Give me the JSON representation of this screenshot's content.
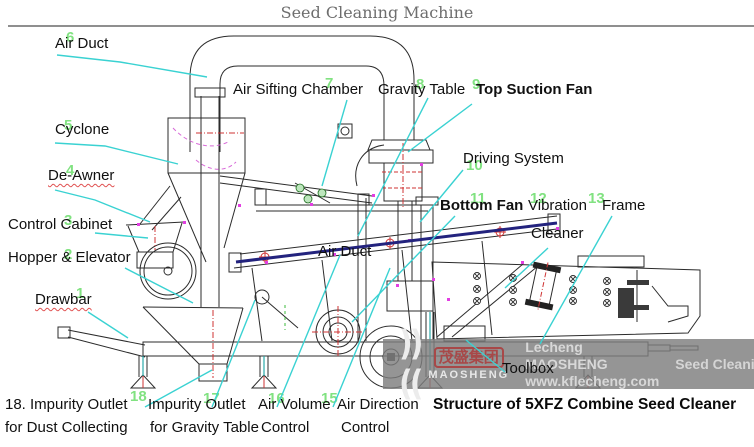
{
  "page": {
    "title": "Seed Cleaning Machine",
    "diagram_title": "Structure of 5XFZ Combine Seed Cleaner"
  },
  "part_labels": {
    "air_duct": "Air Duct",
    "cyclone": "Cyclone",
    "de_awner": "De-Awner",
    "control_cabinet": "Control Cabinet",
    "hopper_elevator": "Hopper & Elevator",
    "drawbar": "Drawbar",
    "air_sifting_chamber": "Air Sifting Chamber",
    "gravity_table": "Gravity Table",
    "top_suction_fan": "Top Suction Fan",
    "driving_system": "Driving System",
    "bottom_fan": "Bottom Fan",
    "vibration_1": "Vibration",
    "vibration_2": "Cleaner",
    "frame": "Frame",
    "air_duct_overlay": "Air Duct",
    "toolbox": "Toolbox",
    "impurity_dust_1": "18. Impurity Outlet",
    "impurity_dust_2": "for Dust Collecting",
    "impurity_gravity_1": "Impurity Outlet",
    "impurity_gravity_2": "for Gravity Table",
    "air_volume_1": "Air Volume",
    "air_volume_2": "Control",
    "air_direction_1": "Air Direction",
    "air_direction_2": "Control"
  },
  "callouts": {
    "c1": "1",
    "c2": "2",
    "c3": "3",
    "c4": "4",
    "c5": "5",
    "c6": "6",
    "c7": "7",
    "c8": "8",
    "c9": "9",
    "c10": "10",
    "c11": "11",
    "c12": "12",
    "c13": "13",
    "c15": "15",
    "c16": "16",
    "c17": "17",
    "c18": "18"
  },
  "watermark": {
    "logo_marks": "))((",
    "logo_cn": "茂盛集团",
    "logo_en": "MAOSHENG",
    "company": "Lecheng MAOSHENG",
    "website": "www.kflecheng.com",
    "tagline": "Seed Cleaning"
  },
  "colors": {
    "leader_cyan": "#3ad2d2",
    "callout_green": "#76e076",
    "drawing_line": "#2b2b2b",
    "accent_red": "#cf3333",
    "grip_magenta": "#e23ee2",
    "deck_navy": "#23237e",
    "title_gray": "#6e6e6e",
    "watermark_gray": "#7e7e7e",
    "logo_red": "#a84848"
  }
}
